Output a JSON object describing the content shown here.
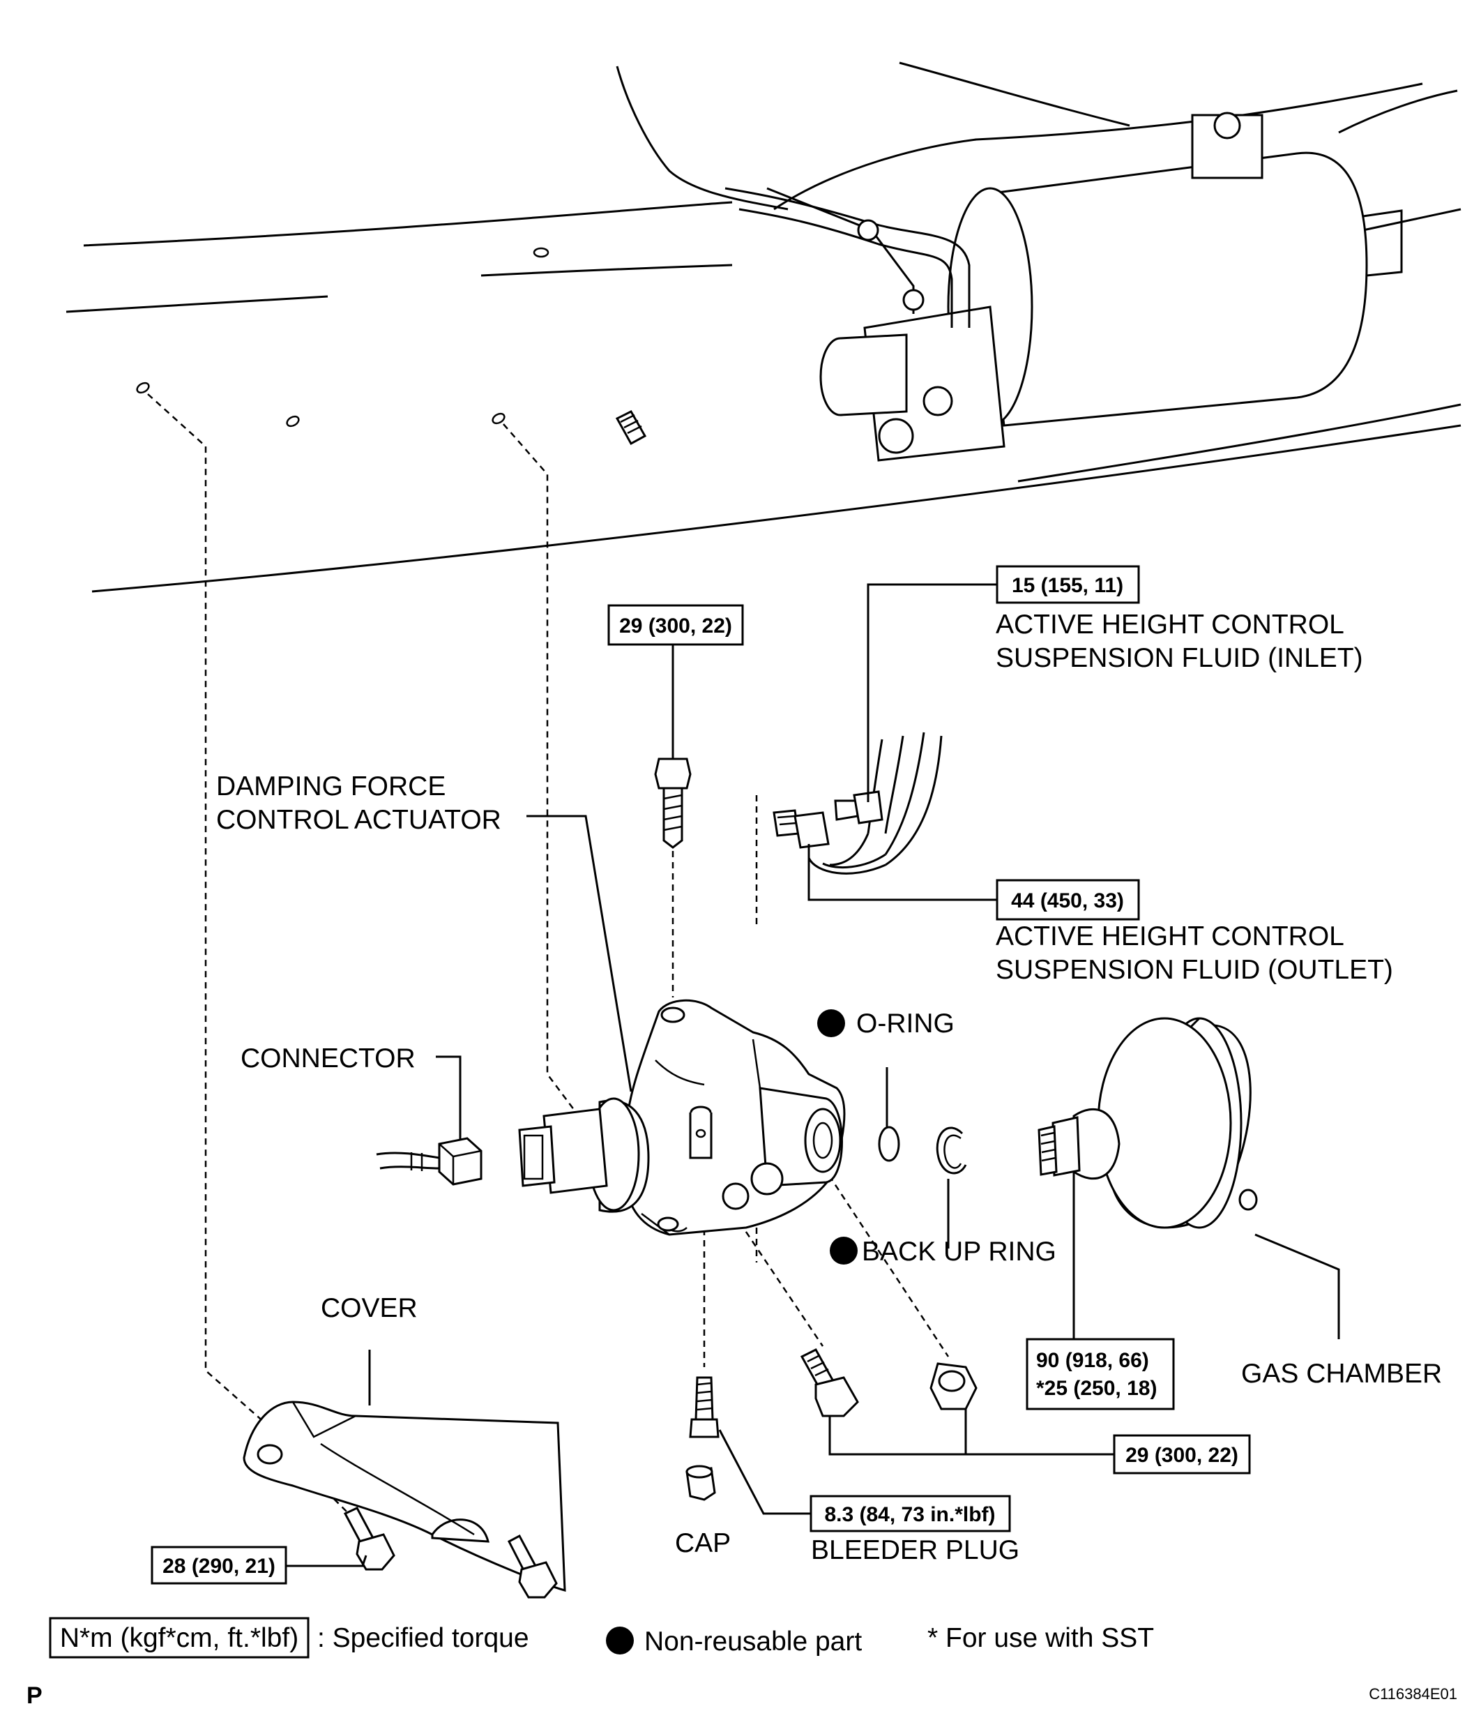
{
  "labels": {
    "damping_actuator_line1": "DAMPING FORCE",
    "damping_actuator_line2": "CONTROL ACTUATOR",
    "fluid_inlet_line1": "ACTIVE HEIGHT CONTROL",
    "fluid_inlet_line2": "SUSPENSION FLUID (INLET)",
    "fluid_outlet_line1": "ACTIVE HEIGHT CONTROL",
    "fluid_outlet_line2": "SUSPENSION FLUID (OUTLET)",
    "o_ring": "O-RING",
    "connector": "CONNECTOR",
    "back_up_ring": "BACK UP RING",
    "cover": "COVER",
    "gas_chamber": "GAS CHAMBER",
    "cap": "CAP",
    "bleeder_plug": "BLEEDER PLUG"
  },
  "torques": {
    "top_bolt": "29 (300, 22)",
    "inlet": "15 (155, 11)",
    "outlet": "44 (450, 33)",
    "gas_chamber_line1": "90 (918, 66)",
    "gas_chamber_line2": "*25 (250, 18)",
    "lower_bolts": "29 (300, 22)",
    "bleeder_plug": "8.3 (84, 73 in.*lbf)",
    "cover_bolt": "28 (290, 21)"
  },
  "legend": {
    "torque_unit_box": "N*m (kgf*cm, ft.*lbf)",
    "torque_desc": ": Specified torque",
    "non_reusable": "Non-reusable part",
    "sst_note": "* For use with SST"
  },
  "footer": {
    "p_code": "P",
    "figure_id": "C116384E01"
  }
}
